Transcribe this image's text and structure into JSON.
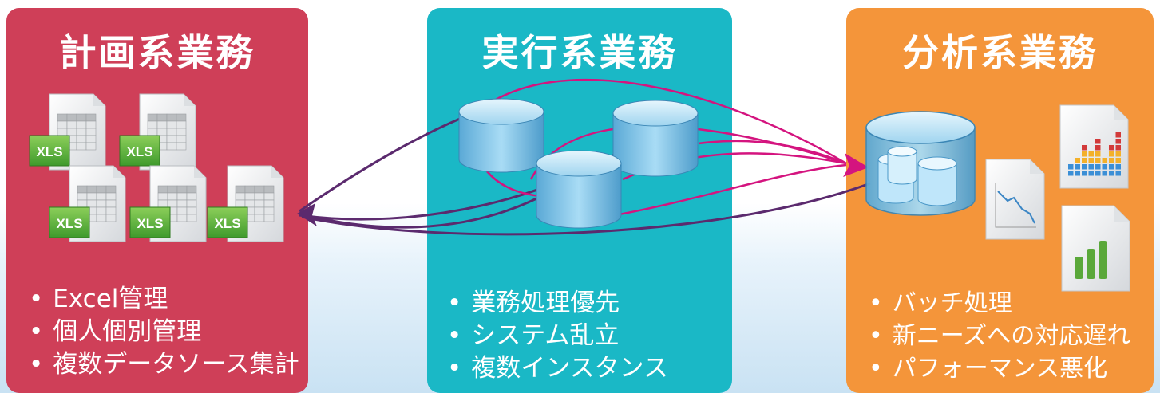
{
  "panels": [
    {
      "title": "計画系業務",
      "bullets": [
        "Excel管理",
        "個人個別管理",
        "複数データソース集計"
      ],
      "color": "#cf3f58"
    },
    {
      "title": "実行系業務",
      "bullets": [
        "業務処理優先",
        "システム乱立",
        "複数インスタンス"
      ],
      "color": "#1ab8c6"
    },
    {
      "title": "分析系業務",
      "bullets": [
        "バッチ処理",
        "新ニーズへの対応遅れ",
        "パフォーマンス悪化"
      ],
      "color": "#f4953a"
    }
  ],
  "file_label": "XLS",
  "colors": {
    "arrow_dark": "#5b2a6e",
    "arrow_magenta": "#d4147f",
    "db_blue": "#7cc3e8",
    "xls_green": "#5aa83a"
  }
}
